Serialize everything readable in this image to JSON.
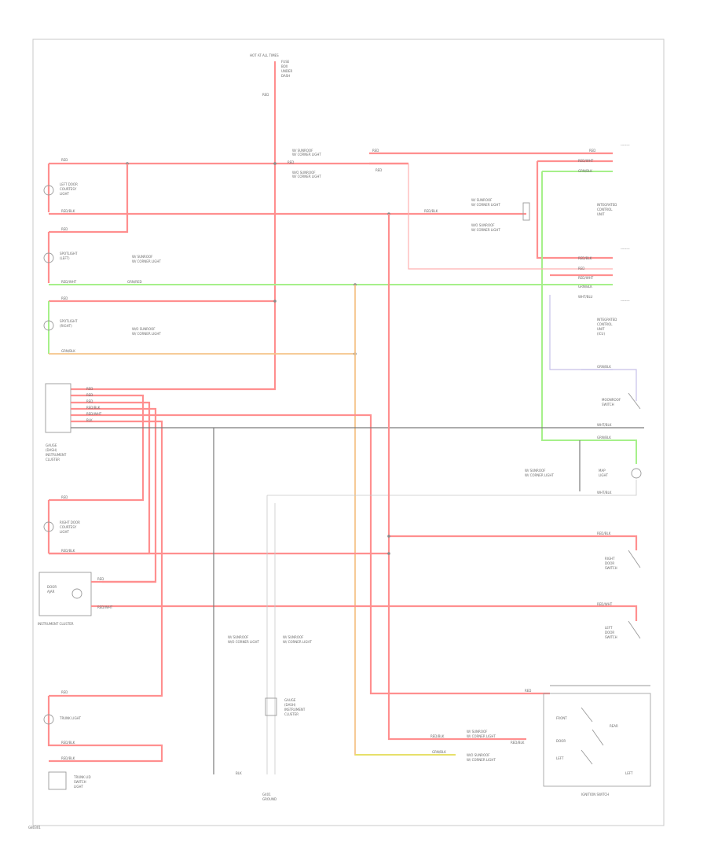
{
  "power": {
    "heading": "HOT AT ALL TIMES",
    "fuse_lines": [
      "FUSE",
      "BOX",
      "UNDER",
      "DASH"
    ]
  },
  "wire_labels": {
    "red": "RED",
    "red_blk": "RED/BLK",
    "red_wht": "RED/WHT",
    "grn_blk": "GRN/BLK",
    "grn_red": "GRN/RED",
    "wht_blu": "WHT/BLU",
    "wht_blk": "WHT/BLK",
    "blk": "BLK"
  },
  "components": {
    "left_door_light": [
      "LEFT DOOR",
      "COURTESY",
      "LIGHT"
    ],
    "spotlight_left": [
      "SPOTLIGHT",
      "(LEFT)"
    ],
    "spotlight_right": [
      "SPOTLIGHT",
      "(RIGHT)"
    ],
    "gauge_cluster": [
      "GAUGE",
      "(DASH)",
      "INSTRUMENT",
      "CLUSTER"
    ],
    "right_door_light": [
      "RIGHT DOOR",
      "COURTESY",
      "LIGHT"
    ],
    "instrument_cluster": "INSTRUMENT CLUSTER",
    "trunk_light": [
      "TRUNK LIGHT"
    ],
    "trunk_lid_switch": [
      "TRUNK LID",
      "SWITCH",
      "LIGHT"
    ],
    "integrated_control_unit_a": [
      "INTEGRATED",
      "CONTROL",
      "UNIT"
    ],
    "integrated_control_unit_b": [
      "INTEGRATED",
      "CONTROL",
      "UNIT",
      "(ICU)"
    ],
    "moonroof_switch": [
      "MOONROOF",
      "SWITCH"
    ],
    "map_light": [
      "MAP",
      "LIGHT"
    ],
    "right_switch": [
      "RIGHT",
      "DOOR",
      "SWITCH"
    ],
    "left_switch": [
      "LEFT",
      "DOOR",
      "SWITCH"
    ],
    "gauge_cluster_mid": [
      "GAUGE",
      "(DASH)",
      "INSTRUMENT",
      "CLUSTER"
    ],
    "ground_mid": [
      "G401",
      "GROUND"
    ],
    "ignition_switch": "IGNITION SWITCH",
    "note_a": [
      "W/ SUNROOF",
      "W/ CORNER LIGHT"
    ],
    "note_b": [
      "W/O SUNROOF",
      "W/ CORNER LIGHT"
    ]
  },
  "switch_labels": {
    "front": "FRONT",
    "rear": "REAR",
    "left": "LEFT",
    "door": "DOOR"
  },
  "footer_code": "G80301"
}
